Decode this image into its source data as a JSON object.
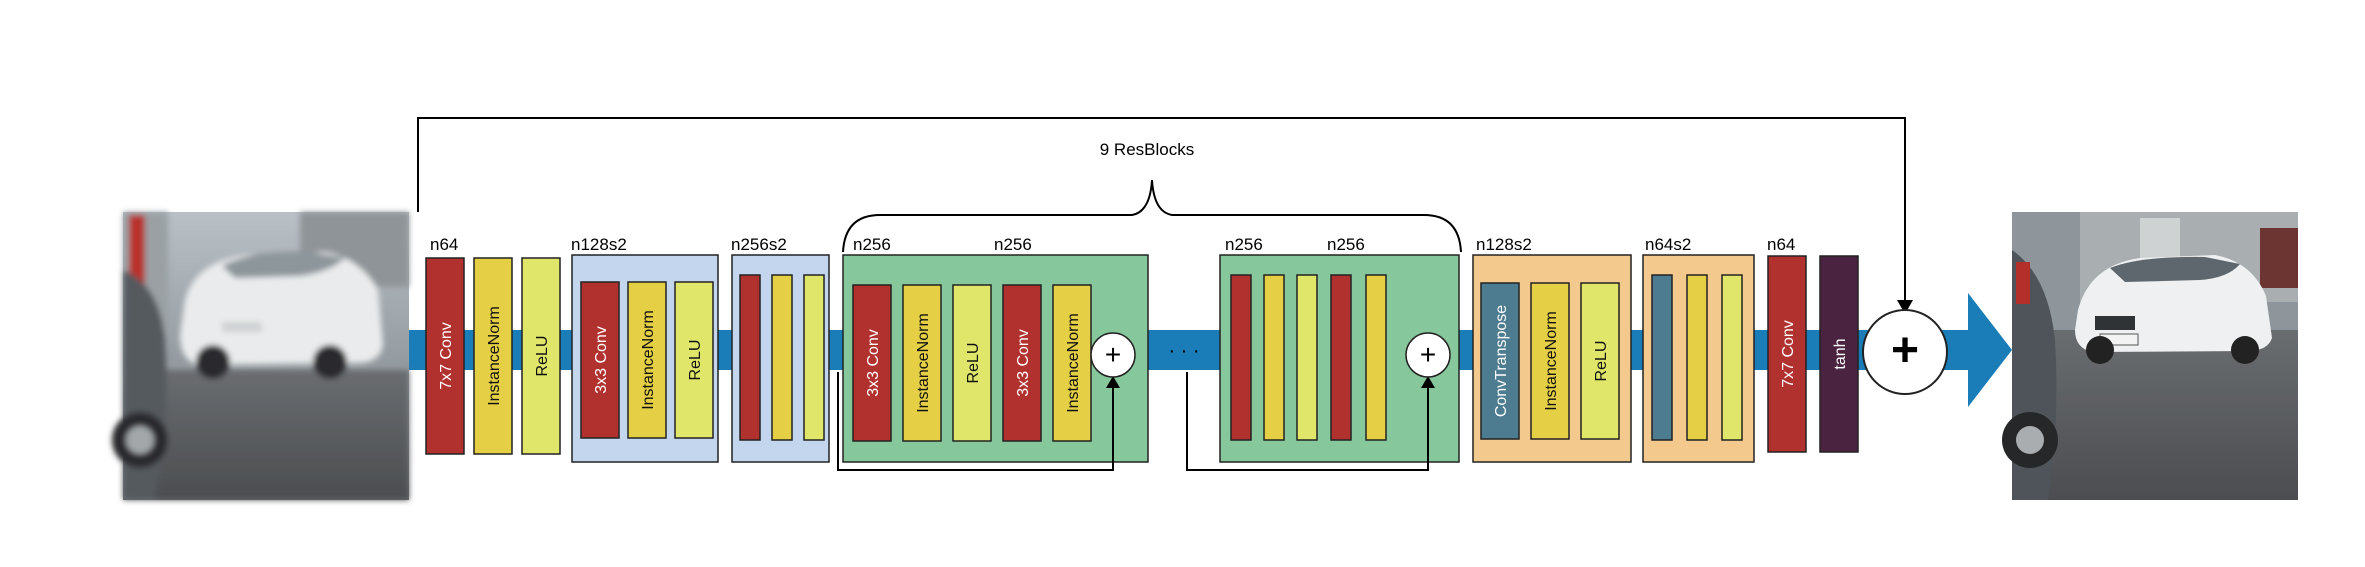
{
  "title": "9 ResBlocks",
  "plus_sign": "+",
  "ellipsis": "· · ·",
  "colors": {
    "flow": "#1a7db8",
    "conv": "#b0312e",
    "norm": "#e5cf45",
    "relu": "#dfe66a",
    "stage_blue": "#c3d6ee",
    "stage_green": "#86c79c",
    "stage_orange": "#f3c98e",
    "convtranspose": "#4d7b8f",
    "tanh": "#4a2340"
  },
  "input_image": {
    "name": "blurred-car-photo"
  },
  "output_image": {
    "name": "sharp-car-photo"
  },
  "stages": {
    "first": {
      "label": "n64",
      "layers": [
        "7x7 Conv",
        "InstanceNorm",
        "ReLU"
      ]
    },
    "down1": {
      "label": "n128s2",
      "layers": [
        "3x3 Conv",
        "InstanceNorm",
        "ReLU"
      ]
    },
    "down2": {
      "label": "n256s2"
    },
    "res1": {
      "label_a": "n256",
      "label_b": "n256",
      "layers": [
        "3x3 Conv",
        "InstanceNorm",
        "ReLU",
        "3x3 Conv",
        "InstanceNorm"
      ]
    },
    "res9": {
      "label_a": "n256",
      "label_b": "n256"
    },
    "up1": {
      "label": "n128s2",
      "layers": [
        "ConvTranspose",
        "InstanceNorm",
        "ReLU"
      ]
    },
    "up2": {
      "label": "n64s2"
    },
    "last": {
      "label": "n64",
      "layers": [
        "7x7 Conv",
        "tanh"
      ]
    }
  }
}
